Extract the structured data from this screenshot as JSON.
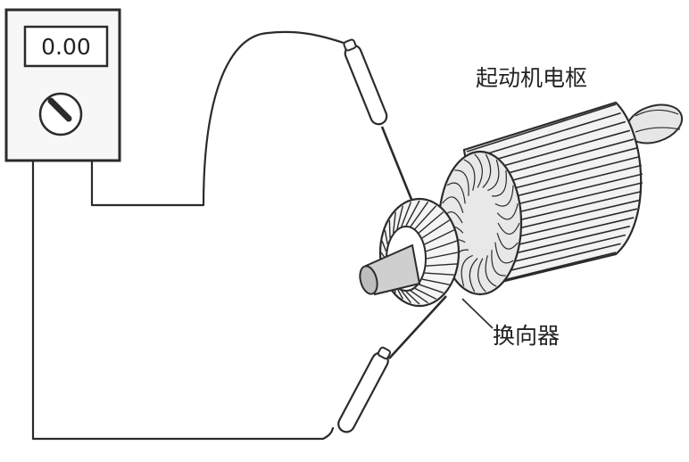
{
  "meter": {
    "readout": "0.00"
  },
  "labels": {
    "armature": "起动机电枢",
    "commutator": "换向器"
  },
  "colors": {
    "line": "#2b2b2b",
    "metal": "#e6e6e6",
    "shaft": "#cfcfcf"
  },
  "icons": {
    "meter": "multimeter-icon",
    "dial": "rotary-dial-icon",
    "probe": "test-probe-icon",
    "armature": "starter-armature-illustration"
  }
}
